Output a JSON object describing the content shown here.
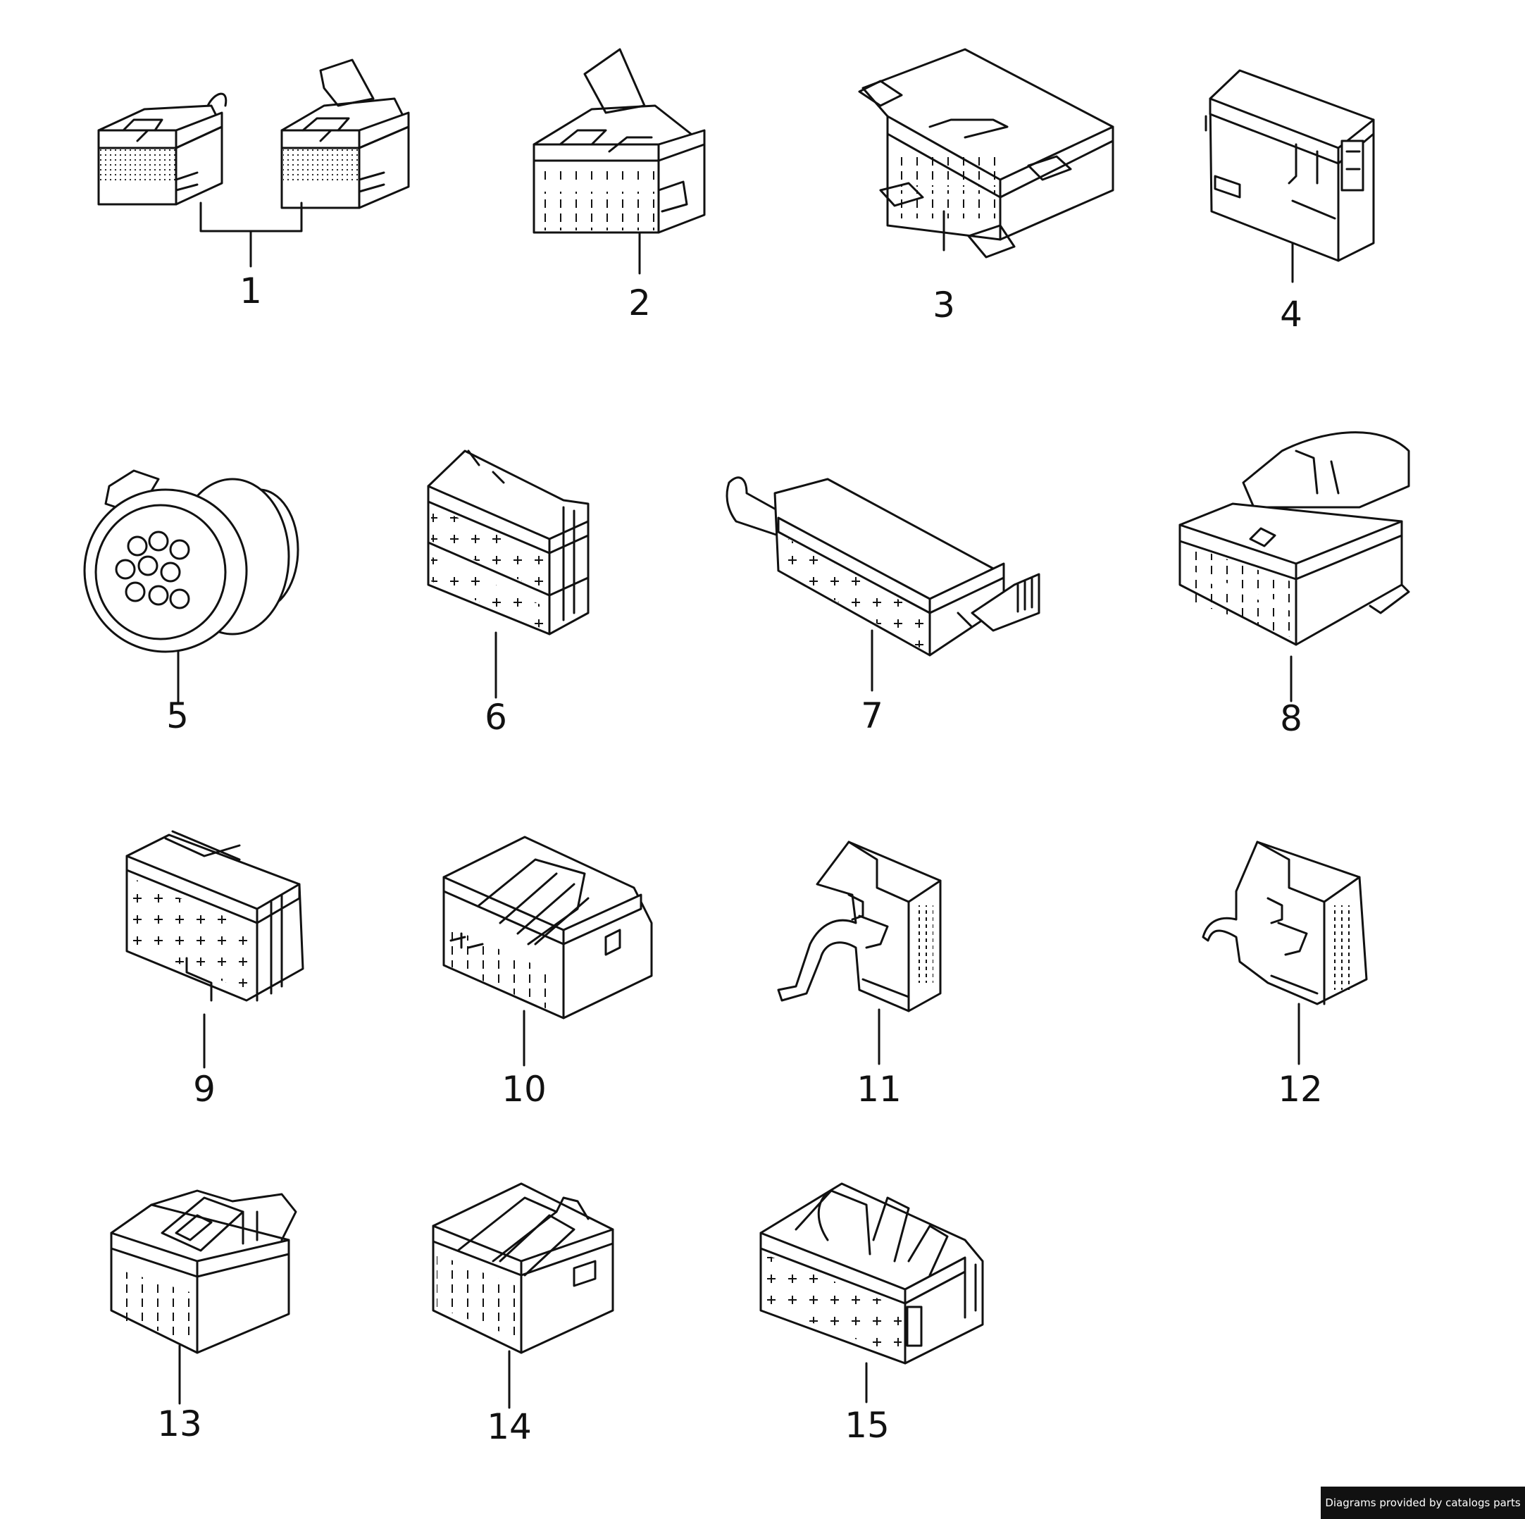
{
  "callouts": [
    "1",
    "2",
    "3",
    "4",
    "5",
    "6",
    "7",
    "8",
    "9",
    "10",
    "11",
    "12",
    "13",
    "14",
    "15"
  ],
  "credit": "Diagrams provided by catalogs parts"
}
